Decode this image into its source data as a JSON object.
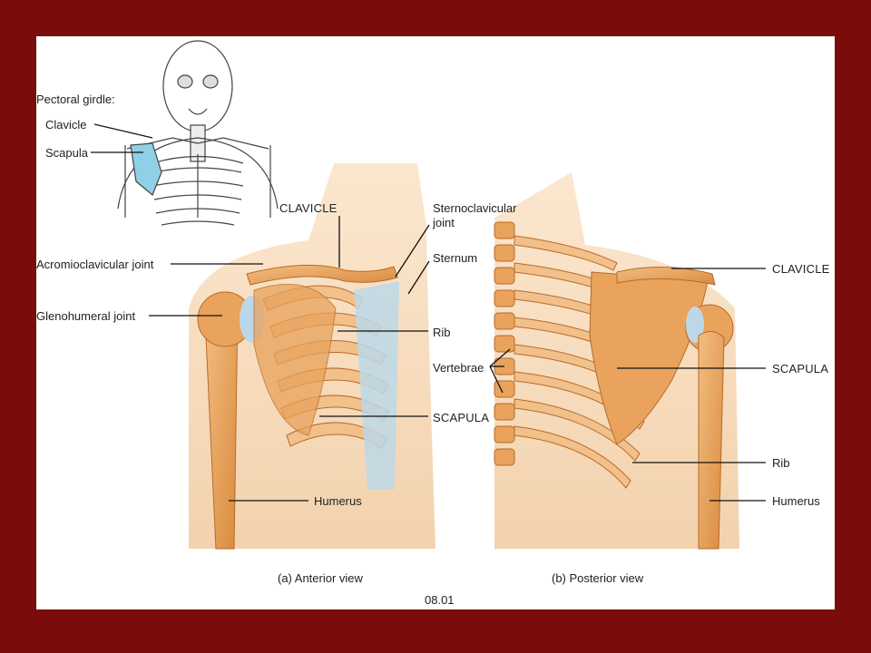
{
  "labels": {
    "pectoral_girdle": "Pectoral girdle:",
    "inset_clavicle": "Clavicle",
    "inset_scapula": "Scapula",
    "clavicle_a": "CLAVICLE",
    "sternoclavicular_1": "Sternoclavicular",
    "sternoclavicular_2": "joint",
    "sternum": "Sternum",
    "acromioclavicular": "Acromioclavicular joint",
    "glenohumeral": "Glenohumeral joint",
    "rib_a": "Rib",
    "vertebrae": "Vertebrae",
    "scapula_a": "SCAPULA",
    "humerus_a": "Humerus",
    "clavicle_b": "CLAVICLE",
    "scapula_b": "SCAPULA",
    "rib_b": "Rib",
    "humerus_b": "Humerus",
    "caption_a": "(a) Anterior view",
    "caption_b": "(b) Posterior view",
    "figure_number": "08.01"
  },
  "colors": {
    "frame": "#7a0c0c",
    "skin": "#f6d9b8",
    "bone": "#e9a35c",
    "bone_dark": "#c9752f",
    "cartilage": "#bcd8e8",
    "highlight": "#8fd0e6"
  }
}
